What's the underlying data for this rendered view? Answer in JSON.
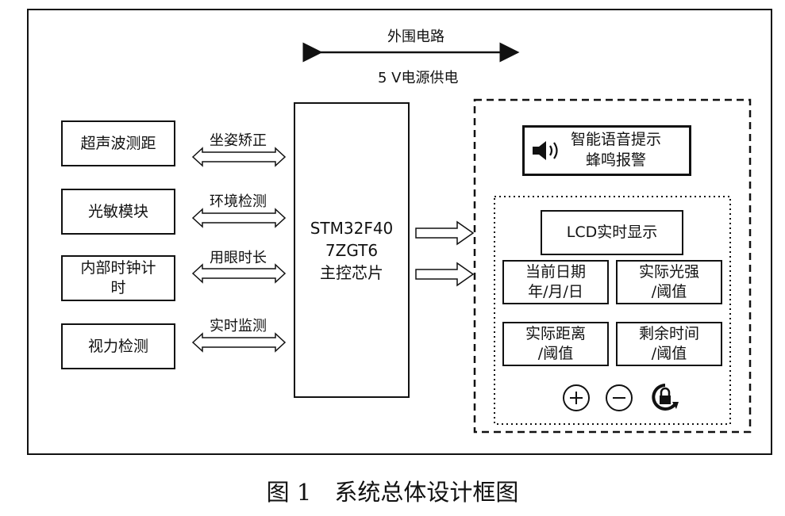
{
  "peripheral": {
    "title": "外围电路",
    "power": "5  V电源供电"
  },
  "inputs": [
    {
      "module": "超声波测距",
      "link": "坐姿矫正"
    },
    {
      "module": "光敏模块",
      "link": "环境检测"
    },
    {
      "module_line1": "内部时钟计",
      "module_line2": "时",
      "link": "用眼时长"
    },
    {
      "module": "视力检测",
      "link": "实时监测"
    }
  ],
  "mcu": {
    "line1": "STM32F40",
    "line2": "7ZGT6",
    "line3": "主控芯片"
  },
  "voice": {
    "line1": "智能语音提示",
    "line2": "蜂鸣报警",
    "icon": "speaker-icon"
  },
  "lcd": {
    "title": "LCD实时显示",
    "cells": [
      {
        "line1": "当前日期",
        "line2": "年/月/日"
      },
      {
        "line1": "实际光强",
        "line2": "/阈值"
      },
      {
        "line1": "实际距离",
        "line2": "/阈值"
      },
      {
        "line1": "剩余时间",
        "line2": "/阈值"
      }
    ],
    "buttons": [
      "plus-button",
      "minus-button",
      "lock-button"
    ]
  },
  "caption": "图 1　系统总体设计框图"
}
